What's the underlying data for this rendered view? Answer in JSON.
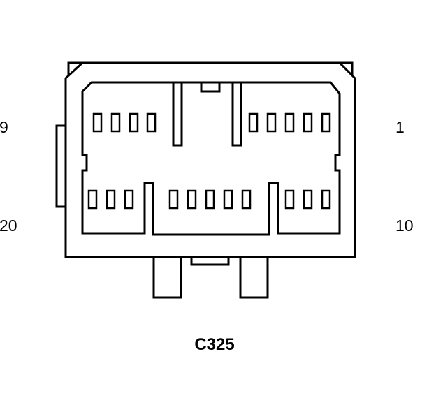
{
  "connector": {
    "id": "C325",
    "pin_labels": {
      "top_left": "9",
      "top_right": "1",
      "bottom_left": "20",
      "bottom_right": "10"
    },
    "upper_row_cavities": 9,
    "lower_row_cavities": 11
  },
  "colors": {
    "line": "#000000",
    "background": "#ffffff"
  }
}
